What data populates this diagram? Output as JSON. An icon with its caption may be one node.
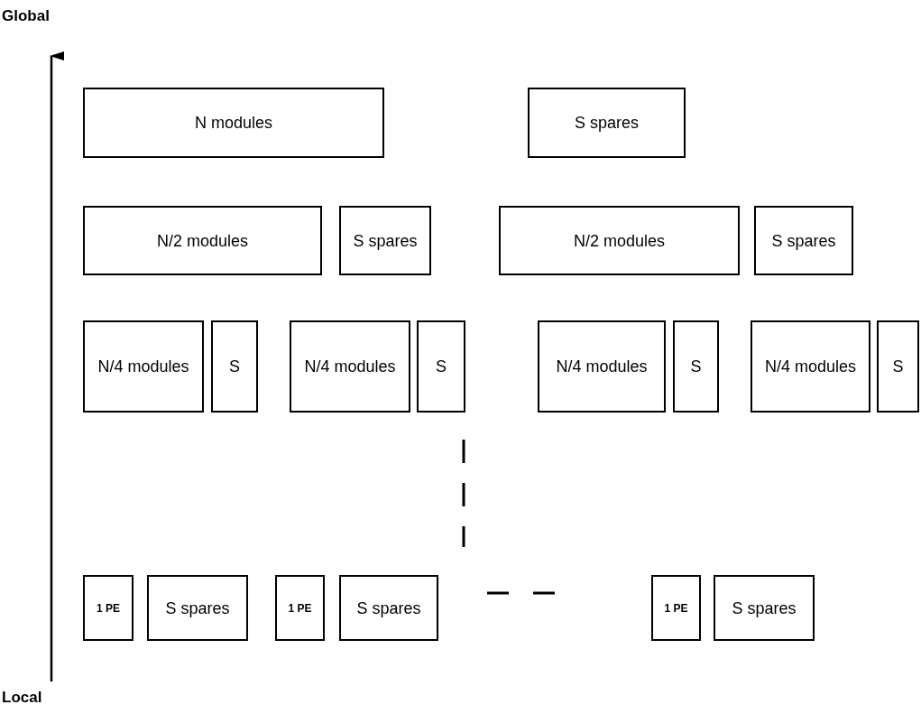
{
  "diagram": {
    "nodes": [
      {
        "text": [
          "N modules"
        ]
      },
      {
        "text": [
          "S spares"
        ]
      },
      {
        "text": [
          "N/2 modules"
        ]
      },
      {
        "text": [
          "S spares"
        ]
      },
      {
        "text": [
          "N/2 modules"
        ]
      },
      {
        "text": [
          "S spares"
        ]
      },
      {
        "text": [
          "N/4 modules"
        ]
      },
      {
        "text": [
          "S"
        ]
      },
      {
        "text": [
          "N/4 modules"
        ]
      },
      {
        "text": [
          "S"
        ]
      },
      {
        "text": [
          "N/4 modules"
        ]
      },
      {
        "text": [
          "S"
        ]
      },
      {
        "text": [
          "N/4 modules"
        ]
      },
      {
        "text": [
          "S"
        ]
      },
      {
        "text": [
          "1 PE"
        ]
      },
      {
        "text": [
          "S spares"
        ]
      },
      {
        "text": [
          "1 PE"
        ]
      },
      {
        "text": [
          "S spares"
        ]
      },
      {
        "text": [
          "1 PE"
        ]
      },
      {
        "text": [
          "S spares"
        ]
      }
    ],
    "labels": [
      "Global",
      "Local"
    ]
  }
}
